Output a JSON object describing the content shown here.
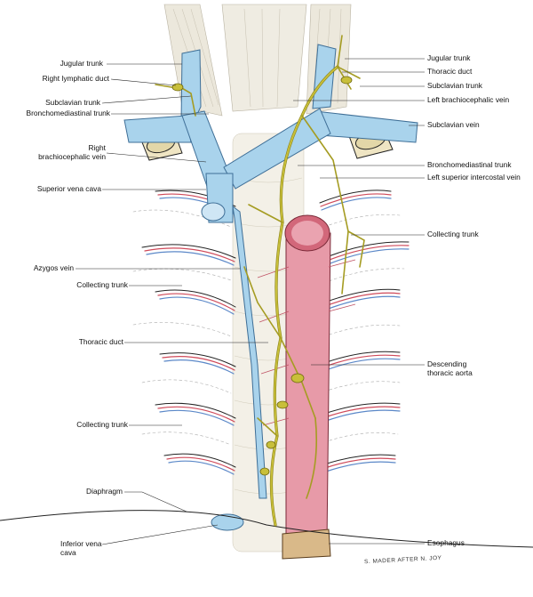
{
  "figure": {
    "colors": {
      "vein": "#a9d3ec",
      "vein_dark": "#5c9cc9",
      "aorta": "#e79aa8",
      "aorta_dark": "#c05466",
      "lymph": "#c8bf3a",
      "lymph_dark": "#8a8215",
      "bone": "#efe5c3",
      "rib_red": "#cf4a5a",
      "rib_blue": "#5b88c8",
      "muscle": "#e7e3d6",
      "line": "#222222"
    },
    "labels_left": {
      "jugular_trunk": "Jugular trunk",
      "right_lymphatic_duct": "Right lymphatic duct",
      "subclavian_trunk": "Subclavian trunk",
      "bronchomediastinal_trunk": "Bronchomediastinal trunk",
      "right_brachiocephalic_vein": "Right\nbrachiocephalic vein",
      "superior_vena_cava": "Superior vena cava",
      "azygos_vein": "Azygos vein",
      "collecting_trunk_1": "Collecting trunk",
      "thoracic_duct": "Thoracic duct",
      "collecting_trunk_2": "Collecting trunk",
      "diaphragm": "Diaphragm",
      "inferior_vena_cava": "Inferior vena\ncava"
    },
    "labels_right": {
      "jugular_trunk": "Jugular trunk",
      "thoracic_duct": "Thoracic duct",
      "subclavian_trunk": "Subclavian trunk",
      "left_brachiocephalic_vein": "Left brachiocephalic vein",
      "subclavian_vein": "Subclavian vein",
      "bronchomediastinal_trunk": "Bronchomediastinal trunk",
      "left_superior_intercostal_vein": "Left superior intercostal vein",
      "collecting_trunk": "Collecting trunk",
      "descending_thoracic_aorta": "Descending\nthoracic aorta",
      "esophagus": "Esophagus"
    },
    "signature": "S. MADER AFTER N. JOY"
  }
}
